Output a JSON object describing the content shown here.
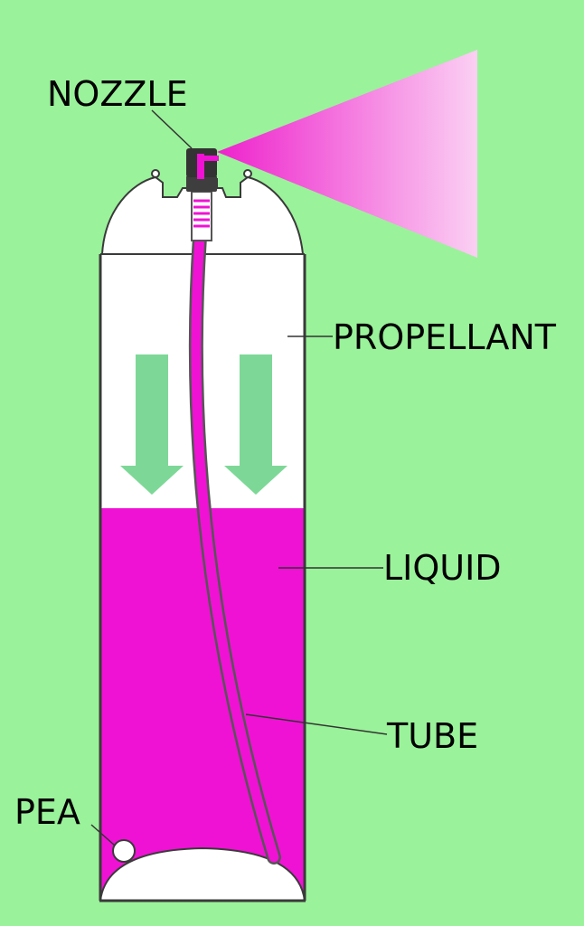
{
  "labels": {
    "nozzle": "NOZZLE",
    "propellant": "PROPELLANT",
    "liquid": "LIQUID",
    "tube": "TUBE",
    "pea": "PEA"
  },
  "colors": {
    "background": "#9af29a",
    "liquid": "#f012d4",
    "propellant": "#ffffff",
    "arrow": "#7dd897",
    "outline": "#3a3a3a",
    "spray_start": "#ee22cc",
    "spray_end": "#fbd0f3"
  }
}
